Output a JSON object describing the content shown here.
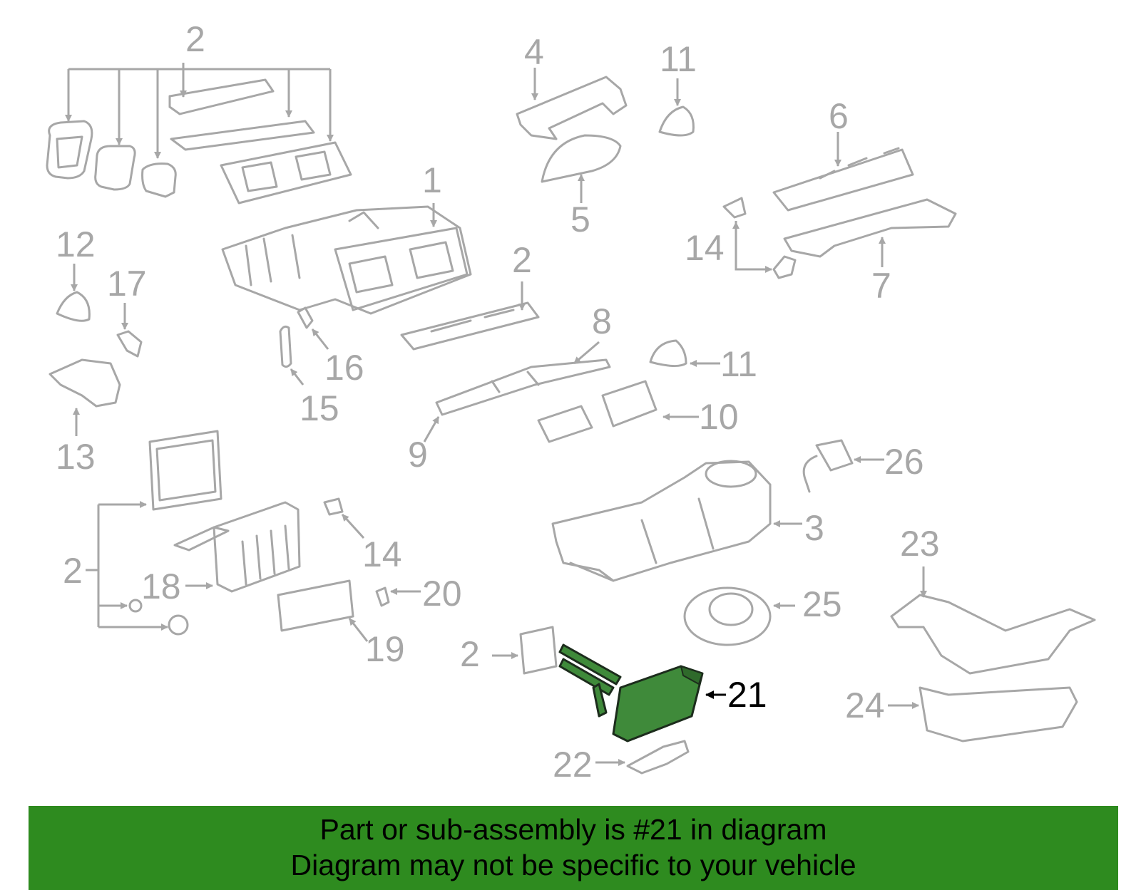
{
  "diagram": {
    "highlight_color": "#3f8a3a",
    "line_color": "#a7a7a7",
    "callouts": [
      "2",
      "4",
      "11",
      "1",
      "6",
      "12",
      "17",
      "5",
      "14",
      "7",
      "2",
      "8",
      "16",
      "11",
      "15",
      "13",
      "10",
      "9",
      "26",
      "3",
      "2",
      "14",
      "18",
      "20",
      "23",
      "25",
      "19",
      "2",
      "21",
      "24",
      "22"
    ]
  },
  "banner": {
    "background": "#2e8b1f",
    "line1": "Part or sub-assembly is #21 in diagram",
    "line2": "Diagram may not be specific to your vehicle"
  }
}
